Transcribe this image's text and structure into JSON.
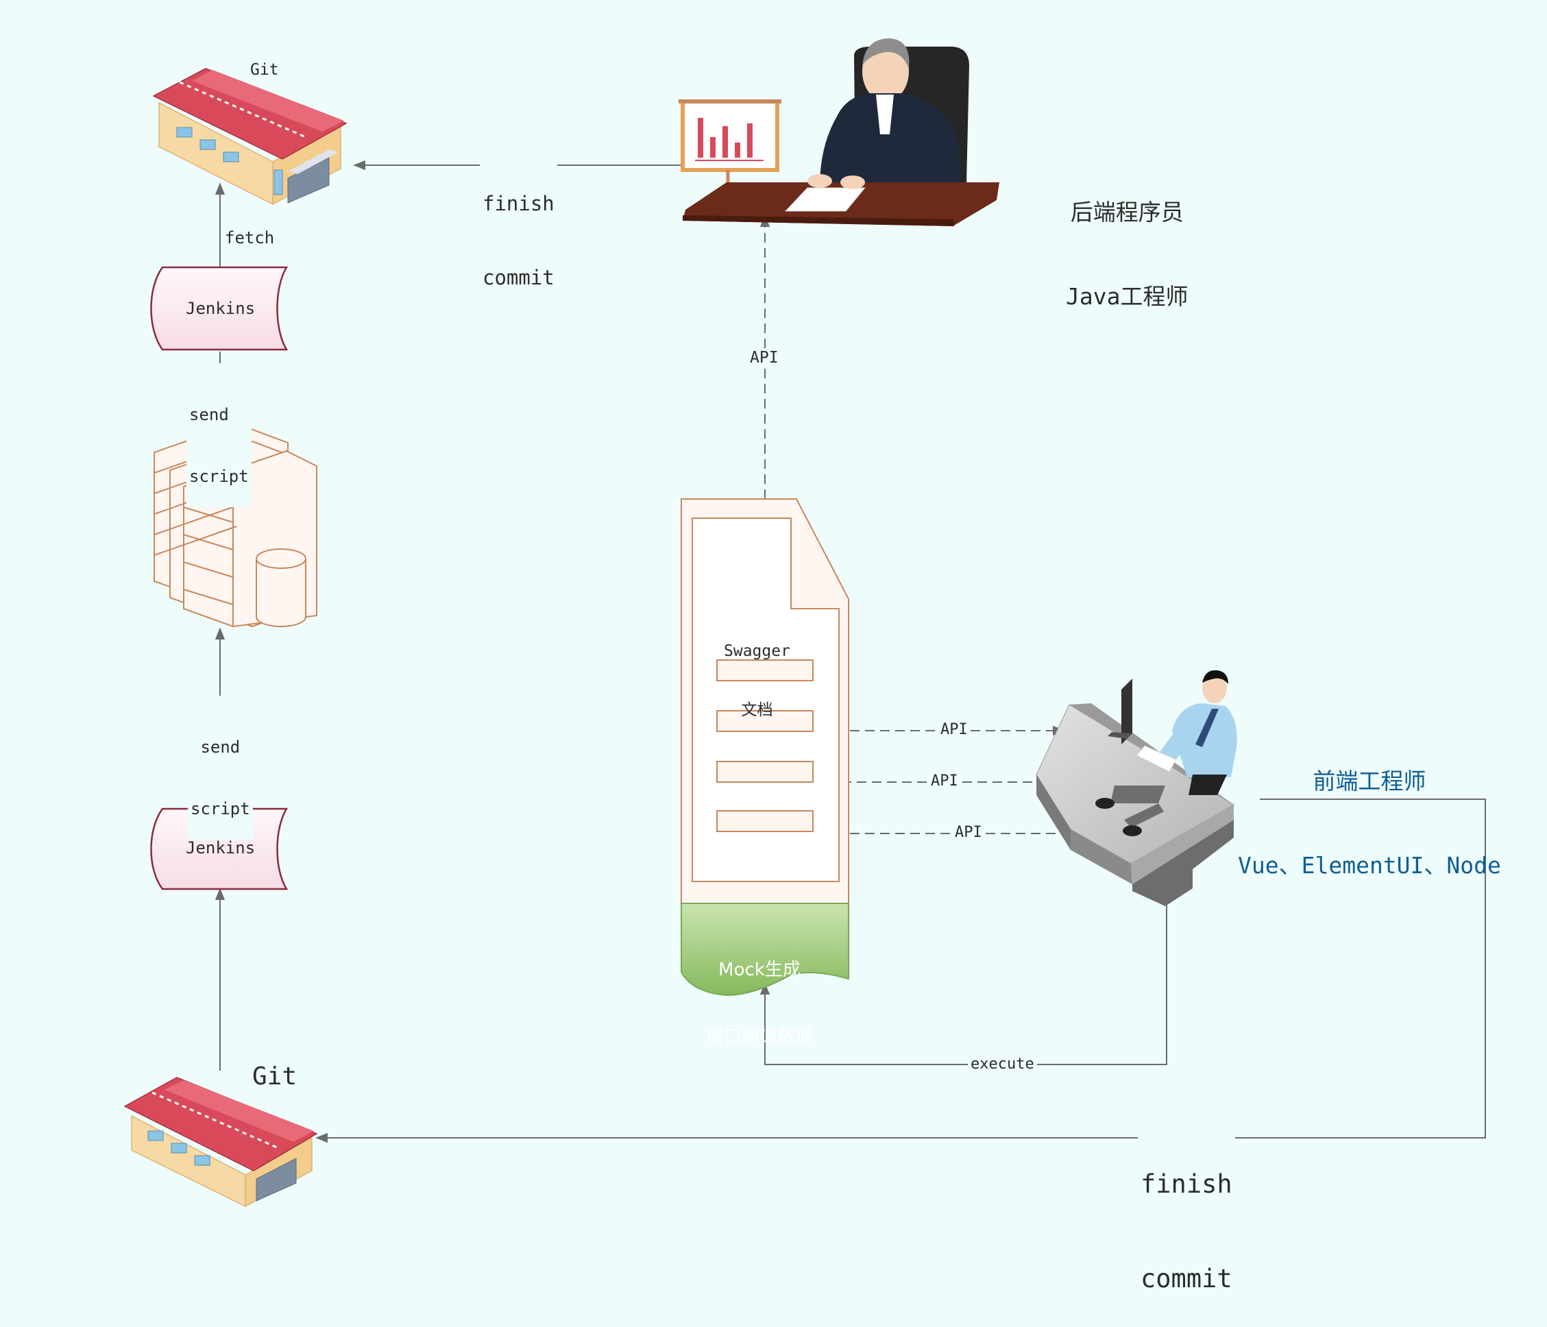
{
  "nodes": {
    "git_top": {
      "label": "Git"
    },
    "jenkins_top": {
      "label": "Jenkins"
    },
    "jenkins_bottom": {
      "label": "Jenkins"
    },
    "git_bottom": {
      "label": "Git"
    },
    "backend": {
      "line1": "后端程序员",
      "line2": "Java工程师"
    },
    "frontend": {
      "line1": "前端工程师",
      "line2": "Vue、ElementUI、Node"
    },
    "swagger": {
      "line1": "Swagger",
      "line2": "文档"
    },
    "mock": {
      "line1": "Mock生成",
      "line2": "接口测试数据"
    }
  },
  "edges": {
    "backend_commit": {
      "line1": "finish",
      "line2": "commit"
    },
    "fetch": {
      "label": "fetch"
    },
    "send_script_top": {
      "line1": "send",
      "line2": "script"
    },
    "send_script_bottom": {
      "line1": "send",
      "line2": "script"
    },
    "swagger_api_up": {
      "label": "API"
    },
    "api_1": {
      "label": "API"
    },
    "api_2": {
      "label": "API"
    },
    "api_3": {
      "label": "API"
    },
    "execute": {
      "label": "execute"
    },
    "frontend_commit": {
      "line1": "finish",
      "line2": "commit"
    }
  },
  "colors": {
    "background": "#eefcfb",
    "roof": "#d84a5a",
    "building_wall": "#f6d9a4",
    "jenkins_fill": "#fbe9ef",
    "server_line": "#c9875a",
    "mock_green": "#93c36e",
    "label_blue": "#0f5e93",
    "arrow": "#6b6b6b"
  }
}
